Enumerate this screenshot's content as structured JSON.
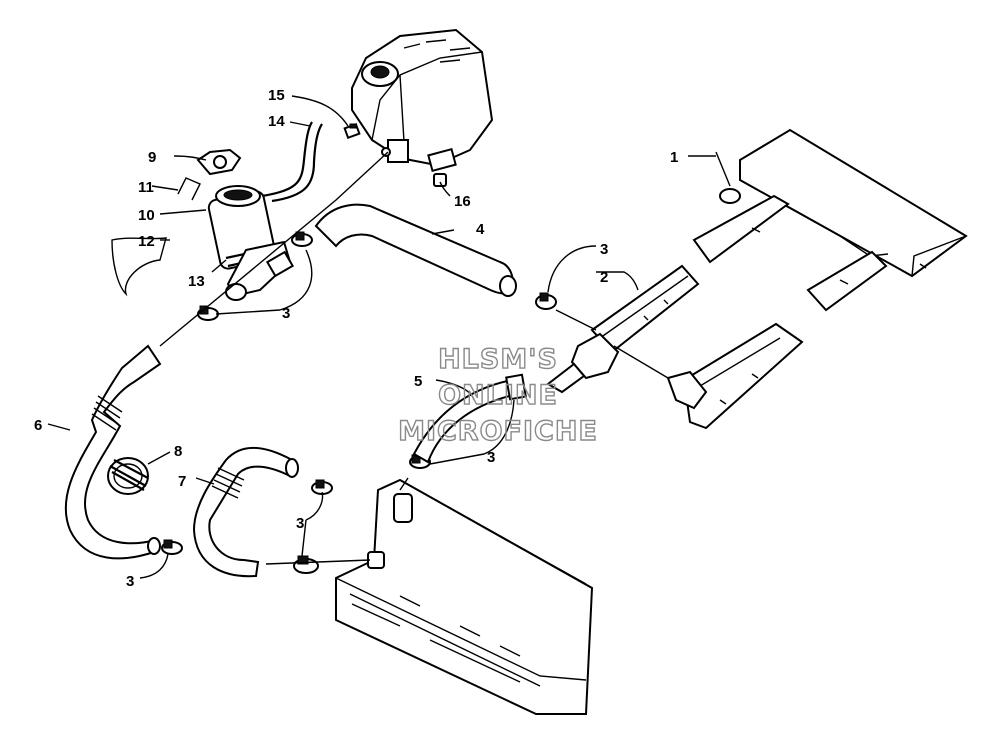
{
  "callouts": {
    "c1": "1",
    "c2": "2",
    "c3a": "3",
    "c3b": "3",
    "c3c": "3",
    "c3d": "3",
    "c3e": "3",
    "c4": "4",
    "c5": "5",
    "c6": "6",
    "c7": "7",
    "c8": "8",
    "c9": "9",
    "c10": "10",
    "c11": "11",
    "c12": "12",
    "c13": "13",
    "c14": "14",
    "c15": "15",
    "c16": "16"
  },
  "watermark": {
    "line1": "HLSM'S",
    "line2": "ONLINE",
    "line3": "MICROFICHE"
  }
}
